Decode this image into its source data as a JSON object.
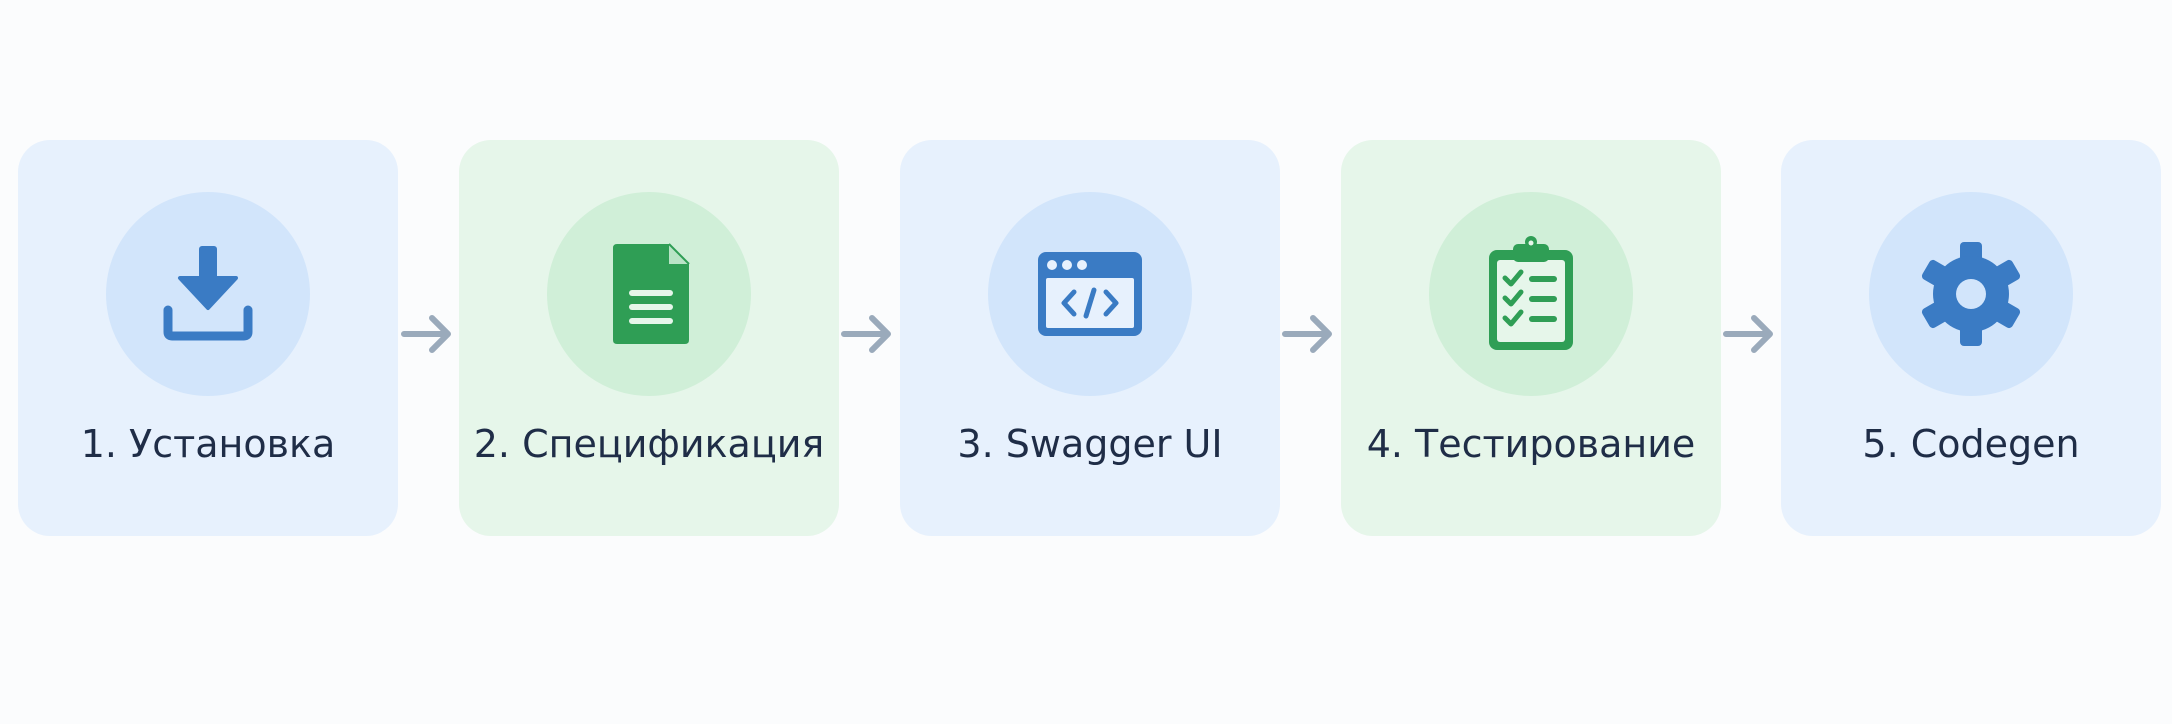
{
  "steps": [
    {
      "label": "1. Установка",
      "icon": "download-icon",
      "theme": "blue"
    },
    {
      "label": "2. Спецификация",
      "icon": "document-icon",
      "theme": "green"
    },
    {
      "label": "3. Swagger UI",
      "icon": "browser-code-icon",
      "theme": "blue"
    },
    {
      "label": "4. Тестирование",
      "icon": "clipboard-checklist-icon",
      "theme": "green"
    },
    {
      "label": "5. Codegen",
      "icon": "gear-icon",
      "theme": "blue"
    }
  ],
  "colors": {
    "blue_card": "#e7f1fd",
    "green_card": "#e6f6ea",
    "blue_icon": "#3a7bc4",
    "green_icon": "#2f9e55",
    "arrow": "#9aaabb",
    "text": "#1f2d47"
  }
}
